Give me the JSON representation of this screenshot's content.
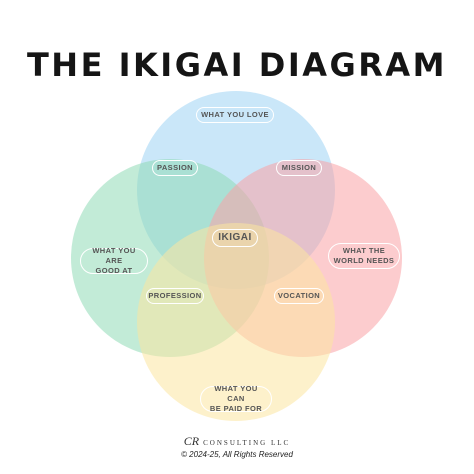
{
  "title": "THE IKIGAI DIAGRAM",
  "colors": {
    "love": "#9fd3f4",
    "good_at": "#8fdab6",
    "world_needs": "#f9a3a6",
    "paid_for": "#fbe6a0",
    "label_text": "#555555"
  },
  "circles": {
    "love": {
      "label": "WHAT YOU LOVE"
    },
    "good_at": {
      "label_line1": "WHAT YOU ARE",
      "label_line2": "GOOD AT"
    },
    "world_needs": {
      "label_line1": "WHAT THE",
      "label_line2": "WORLD NEEDS"
    },
    "paid_for": {
      "label_line1": "WHAT YOU CAN",
      "label_line2": "BE PAID FOR"
    }
  },
  "intersections": {
    "passion": "PASSION",
    "mission": "MISSION",
    "profession": "PROFESSION",
    "vocation": "VOCATION",
    "center": "IKIGAI"
  },
  "footer": {
    "logo_monogram": "CR",
    "logo_text": "CONSULTING LLC",
    "copyright": "© 2024-25, All Rights Reserved"
  }
}
